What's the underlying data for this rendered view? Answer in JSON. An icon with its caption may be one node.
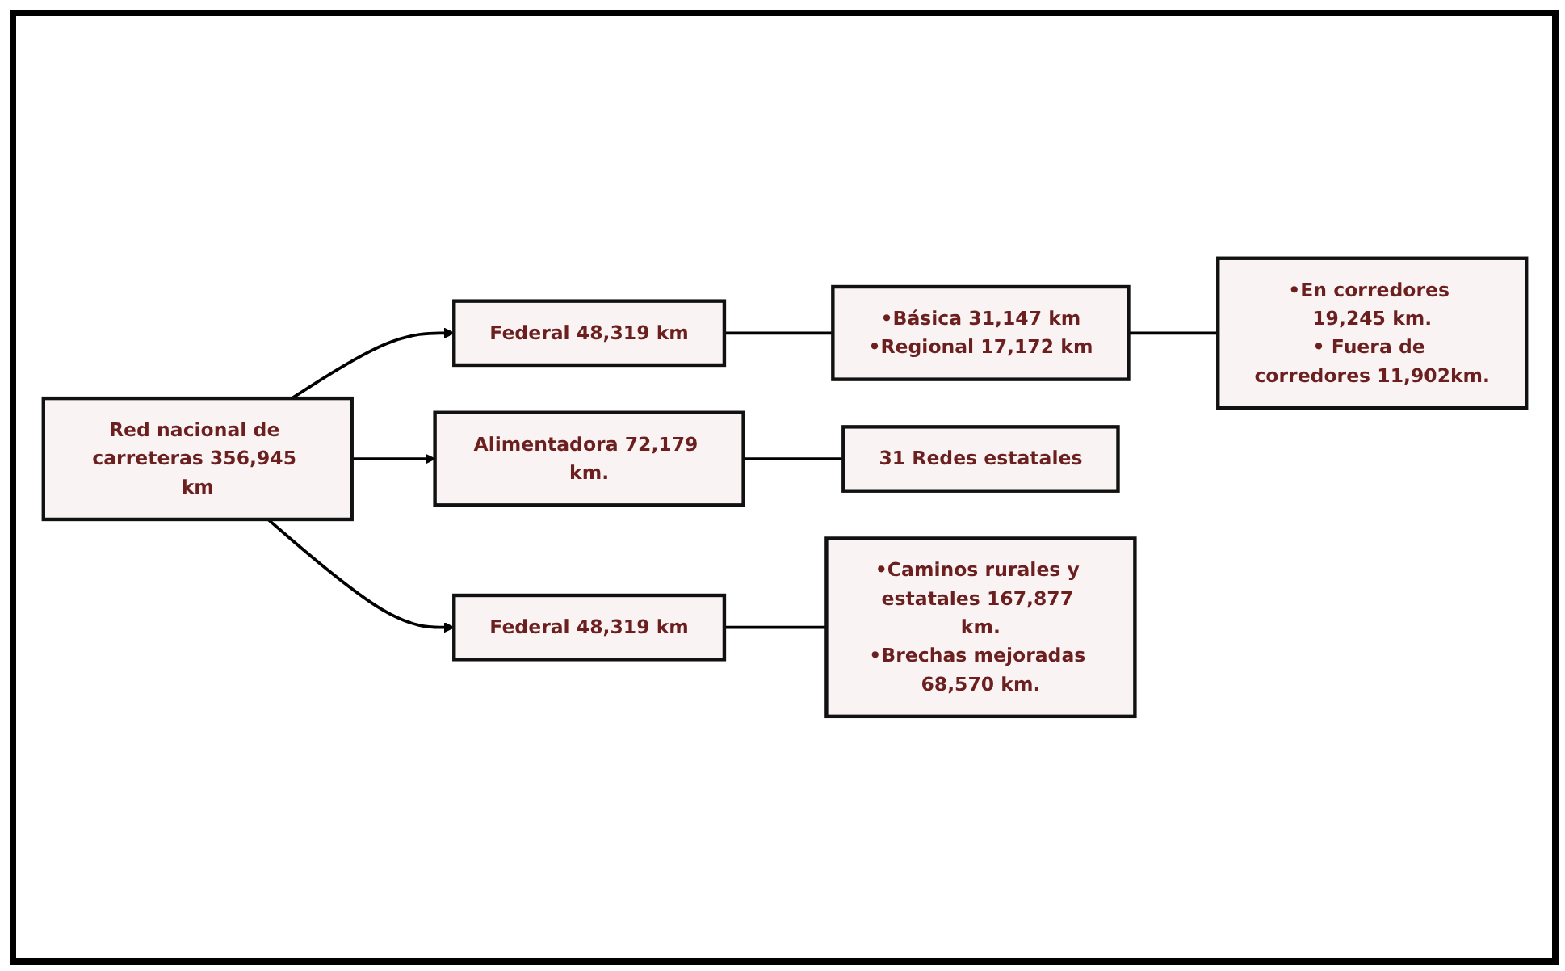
{
  "diagram": {
    "nodes": [
      {
        "text": [
          "Red nacional de carreteras 356,945 km"
        ]
      },
      {
        "text": [
          "Federal 48,319 km"
        ]
      },
      {
        "text": [
          "•Básica 31,147 km",
          "•Regional 17,172 km"
        ]
      },
      {
        "text": [
          "•En corredores 19,245 km.",
          "• Fuera de corredores 11,902km."
        ]
      },
      {
        "text": [
          "Alimentadora 72,179 km."
        ]
      },
      {
        "text": [
          "31 Redes estatales"
        ]
      },
      {
        "text": [
          "Federal 48,319 km"
        ]
      },
      {
        "text": [
          "•Caminos rurales y estatales 167,877 km.",
          "•Brechas mejoradas 68,570 km."
        ]
      }
    ],
    "edges": [
      {
        "from": 0,
        "to": 1,
        "arrow": "to"
      },
      {
        "from": 0,
        "to": 4,
        "arrow": "to"
      },
      {
        "from": 0,
        "to": 6,
        "arrow": "to"
      },
      {
        "from": 1,
        "to": 2,
        "arrow": "none"
      },
      {
        "from": 2,
        "to": 3,
        "arrow": "none"
      },
      {
        "from": 4,
        "to": 5,
        "arrow": "none"
      },
      {
        "from": 6,
        "to": 7,
        "arrow": "none"
      }
    ]
  }
}
